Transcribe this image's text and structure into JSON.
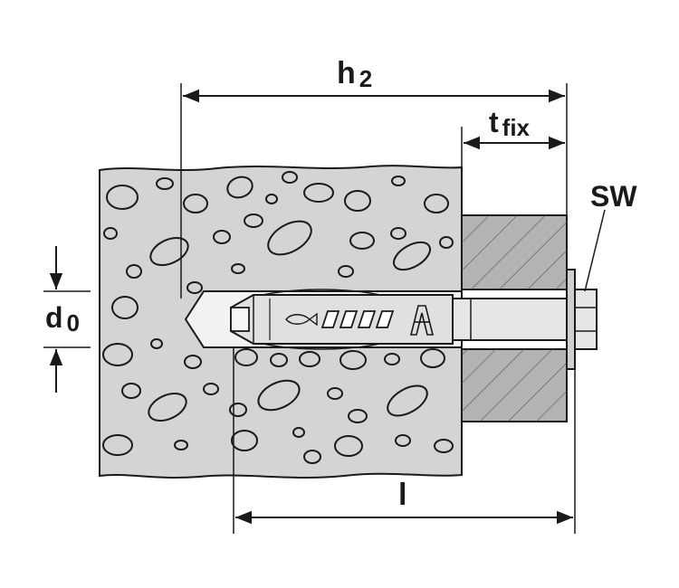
{
  "labels": {
    "h2": "h",
    "h2_sub": "2",
    "tfix": "t",
    "tfix_sub": "fix",
    "sw": "SW",
    "d0": "d",
    "d0_sub": "0",
    "l": "l"
  },
  "colors": {
    "ink": "#1a1a1a",
    "concrete": "#d4d4d4",
    "fixture": "#b3b3b3",
    "anchor": "#e0e0e0"
  }
}
